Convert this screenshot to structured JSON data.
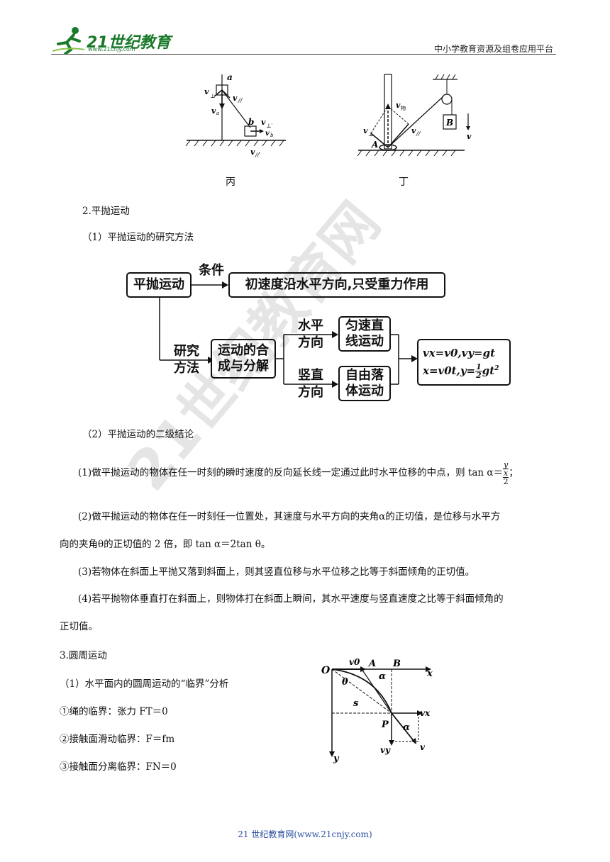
{
  "header": {
    "logo_text": "21世纪教育",
    "logo_sub": "www.21cnjy.com",
    "platform": "中小学教育资源及组卷应用平台"
  },
  "figures": {
    "bing": {
      "caption": "丙",
      "labels": {
        "a": "a",
        "b": "b",
        "v_perp": "v",
        "v_par": "v",
        "va": "v",
        "vb": "v",
        "v_perp2": "v",
        "v_par2": "v"
      }
    },
    "ding": {
      "caption": "丁",
      "labels": {
        "v_wu": "v",
        "wu": "物",
        "A": "A",
        "B": "B",
        "v_perp": "v",
        "v_par": "v",
        "v": "v"
      }
    }
  },
  "section2": {
    "title": "2.平抛运动",
    "sub1": "（1）平抛运动的研究方法",
    "flow": {
      "start": "平抛运动",
      "cond_label": "条件",
      "cond_box": "初速度沿水平方向,只受重力作用",
      "method_label_1": "研究",
      "method_label_2": "方法",
      "method_box_1": "运动的合",
      "method_box_2": "成与分解",
      "horiz_label_1": "水平",
      "horiz_label_2": "方向",
      "horiz_box_1": "匀速直",
      "horiz_box_2": "线运动",
      "vert_label_1": "竖直",
      "vert_label_2": "方向",
      "vert_box_1": "自由落",
      "vert_box_2": "体运动",
      "formula_1": "vx=v0,vy=gt",
      "formula_2a": "x=v0t,y=",
      "formula_2b": "gt",
      "formula_num": "1",
      "formula_den": "2",
      "formula_exp": "2"
    },
    "sub2": "（2）平抛运动的二级结论",
    "c1": "(1)做平抛运动的物体在任一时刻的瞬时速度的反向延长线一定通过此时水平位移的中点，则 tan α＝",
    "c1_frac_top": "y",
    "c1_frac_mid": "x",
    "c1_frac_bot": "2",
    "c1_tail": "；",
    "c2a": "(2)做平抛运动的物体在任一时刻任一位置处，其速度与水平方向的夹角α的正切值，是位移与水平方",
    "c2b": "向的夹角θ的正切值的 2 倍，即 tan α＝2tan θ。",
    "c3": "(3)若物体在斜面上平抛又落到斜面上，则其竖直位移与水平位移之比等于斜面倾角的正切值。",
    "c4a": "(4)若平抛物体垂直打在斜面上，则物体打在斜面上瞬间，其水平速度与竖直速度之比等于斜面倾角的",
    "c4b": "正切值。"
  },
  "section3": {
    "title": "3.圆周运动",
    "sub1": "（1）水平面内的圆周运动的“临界”分析",
    "i1": "①绳的临界：张力 FT＝0",
    "i2": "②接触面滑动临界：F＝fm",
    "i3": "③接触面分离临界：FN＝0",
    "fig": {
      "O": "O",
      "v0": "v0",
      "A": "A",
      "B": "B",
      "x": "x",
      "theta": "θ",
      "alpha": "α",
      "s": "s",
      "P": "P",
      "alpha2": "α",
      "vx": "vx",
      "vy": "vy",
      "v": "v",
      "y": "y"
    }
  },
  "watermark": "21世纪教育网",
  "footer": "21 世纪教育网(www.21cnjy.com)"
}
